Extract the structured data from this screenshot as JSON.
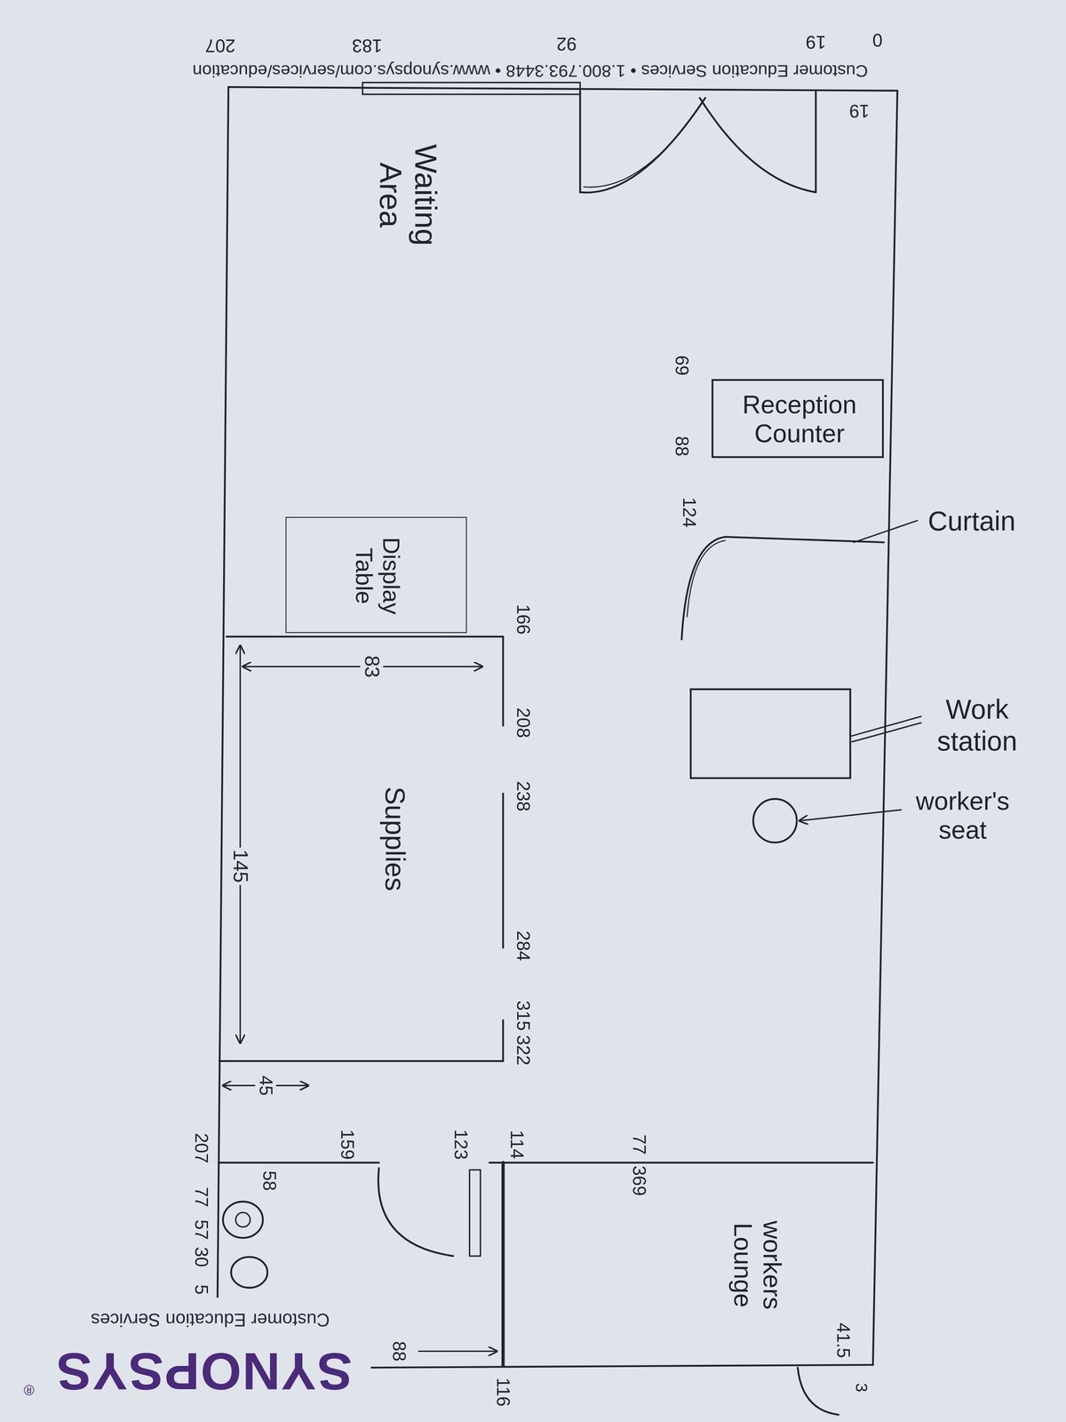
{
  "diagram": {
    "nodes": [
      {
        "text": [
          "Reception Counter"
        ]
      },
      {
        "text": [
          "Display Table"
        ]
      },
      {
        "text": [
          "Supplies"
        ]
      },
      {
        "text": [
          "workers Lounge"
        ]
      }
    ],
    "labels": [
      "Customer Education Services • 1.800.793.3448 • www.synopsys.com/services/education",
      "207",
      "183",
      "92",
      "19",
      "0",
      "19",
      "Waiting Area",
      "69",
      "88",
      "Curtain",
      "124",
      "166",
      "83",
      "208",
      "Work station",
      "238",
      "worker's seat",
      "145",
      "284",
      "315",
      "322",
      "45",
      "207",
      "159",
      "123",
      "114",
      "77",
      "58",
      "369",
      "77",
      "57",
      "30",
      "5",
      "Customer Education Services",
      "88",
      "41.5",
      "116",
      "3",
      "SYNOPSYS",
      "®"
    ]
  }
}
